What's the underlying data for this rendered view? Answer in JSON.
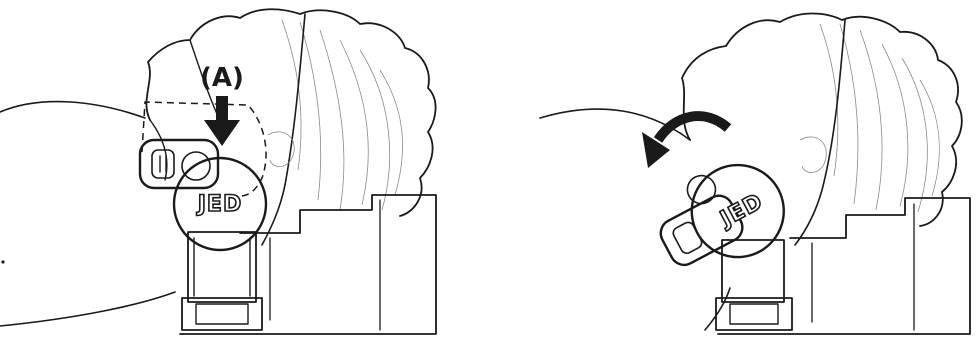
{
  "figure": {
    "left_panel": {
      "callout_label": "(A)",
      "device_logo": "JED",
      "arrow": "down-arrow-icon"
    },
    "right_panel": {
      "device_logo": "JED",
      "arrow": "curved-rotate-arrow-icon"
    }
  },
  "colors": {
    "ink": "#1a1a1a",
    "hair": "#8a8a8a",
    "background": "#ffffff"
  }
}
